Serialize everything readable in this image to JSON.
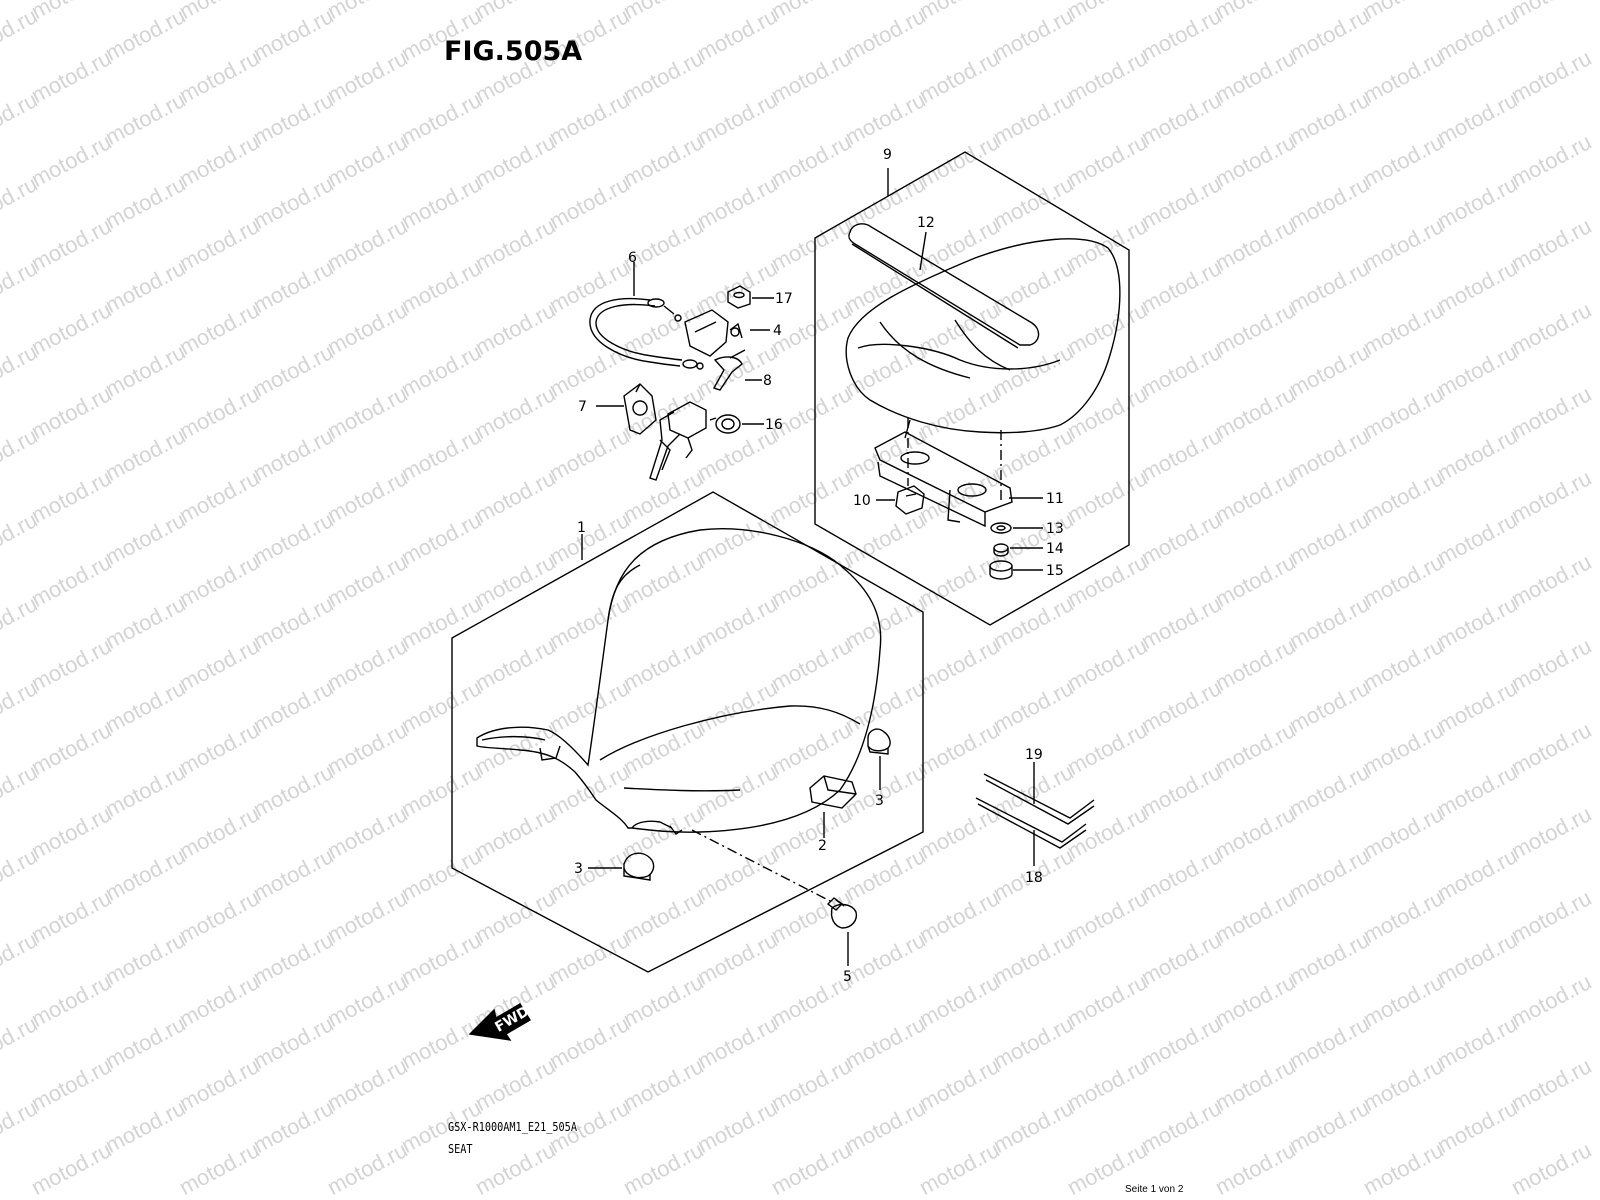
{
  "figure": {
    "title": "FIG.505A",
    "model_code": "GSX-R1000AM1_E21_505A",
    "part_name": "SEAT",
    "page_indicator": "Seite 1 von 2"
  },
  "watermark": {
    "text": "motod.ru"
  },
  "callouts": {
    "c1": "1",
    "c2": "2",
    "c3a": "3",
    "c3b": "3",
    "c4": "4",
    "c5": "5",
    "c6": "6",
    "c7": "7",
    "c8": "8",
    "c9": "9",
    "c10": "10",
    "c11": "11",
    "c12": "12",
    "c13": "13",
    "c14": "14",
    "c15": "15",
    "c16": "16",
    "c17": "17",
    "c18": "18",
    "c19": "19"
  },
  "direction_arrow": {
    "label": "FWD"
  }
}
